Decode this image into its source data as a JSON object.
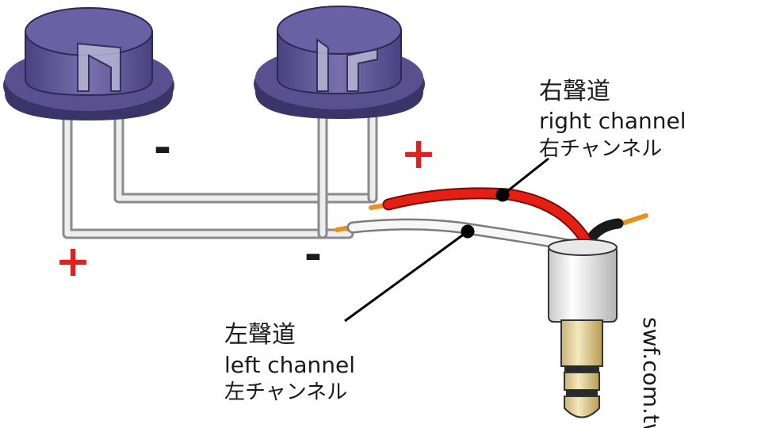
{
  "right_label": {
    "line1": "右聲道",
    "line2": "right channel",
    "line3": "右チャンネル"
  },
  "left_label": {
    "line1": "左聲道",
    "line2": "left channel",
    "line3": "左チャンネル"
  },
  "polarity": {
    "plus": "+",
    "minus": "-"
  },
  "watermark": "swf.com.tw",
  "colors": {
    "led_body": "#5a5090",
    "led_dark": "#2e2850",
    "wire_red": "#e41f14",
    "wire_white": "#f4f4f4",
    "wire_black": "#1a1a1a",
    "copper": "#e8921e",
    "plus": "#e41f1f",
    "plug_brass": "#d9c68f"
  }
}
